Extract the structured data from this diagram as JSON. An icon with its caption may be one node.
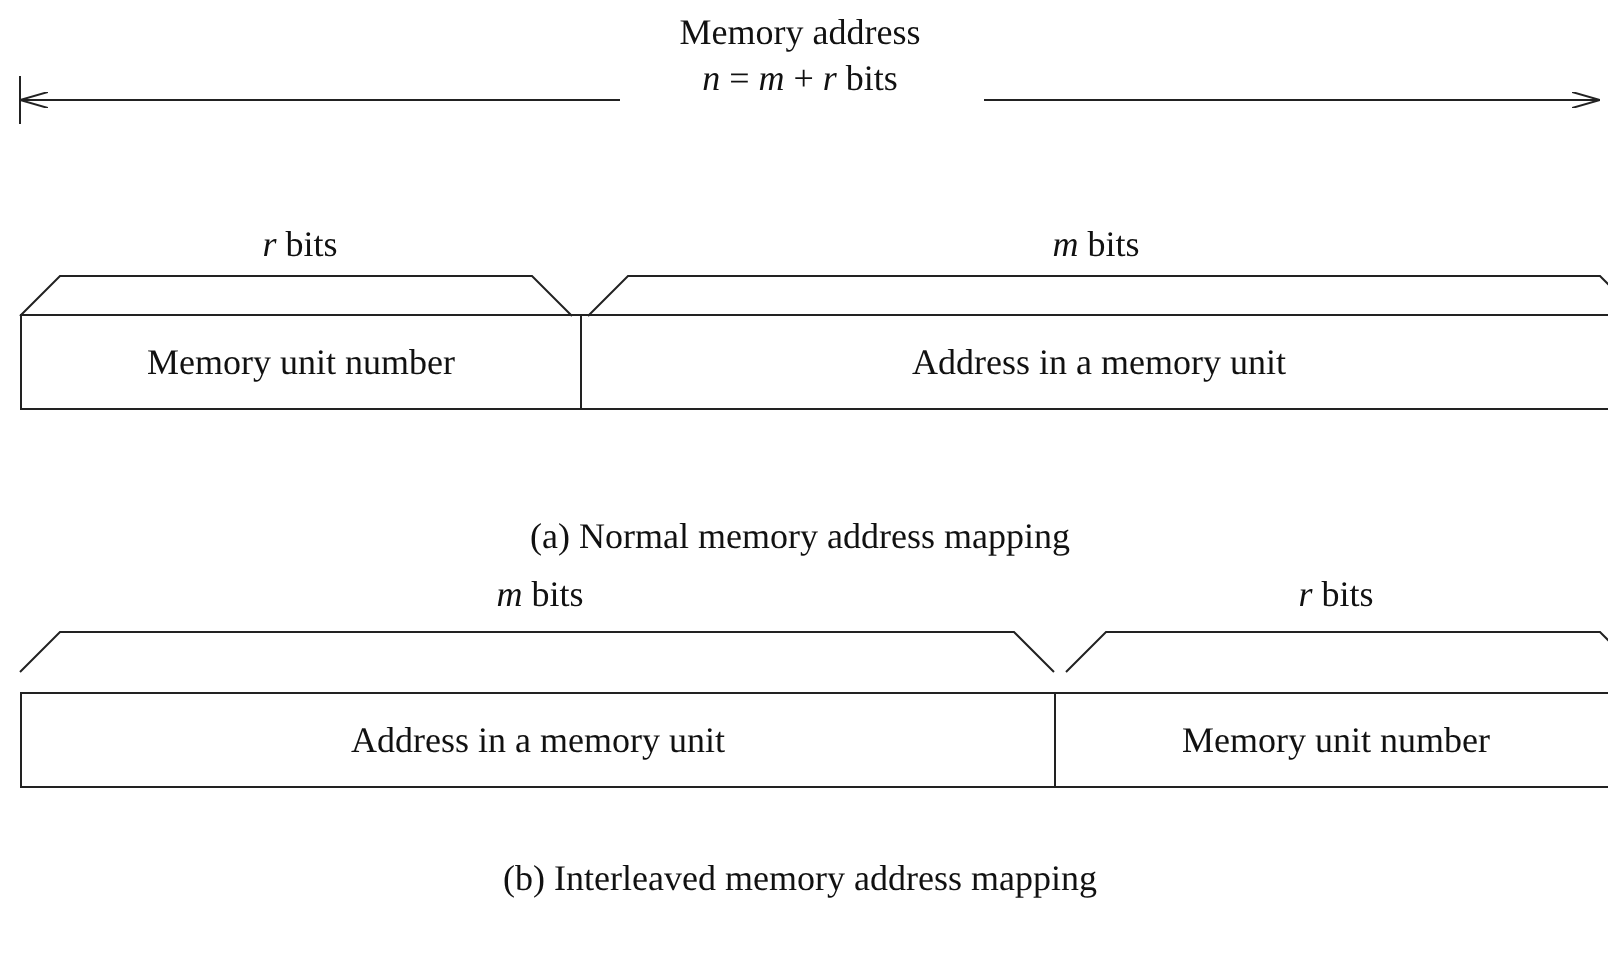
{
  "diagram": {
    "nodes": [
      {
        "text": [
          "Memory unit number"
        ]
      },
      {
        "text": [
          "Address in a memory unit"
        ]
      },
      {
        "text": [
          "Address in a memory unit"
        ]
      },
      {
        "text": [
          "Memory unit number"
        ]
      }
    ],
    "edges": [],
    "labels": [
      "Memory address",
      "*n* = *m* + *r*  bits",
      "*r*  bits",
      "*m*  bits",
      "(a) Normal memory address mapping",
      "*m*  bits",
      "*r*  bits",
      "(b) Interleaved memory address mapping"
    ]
  }
}
